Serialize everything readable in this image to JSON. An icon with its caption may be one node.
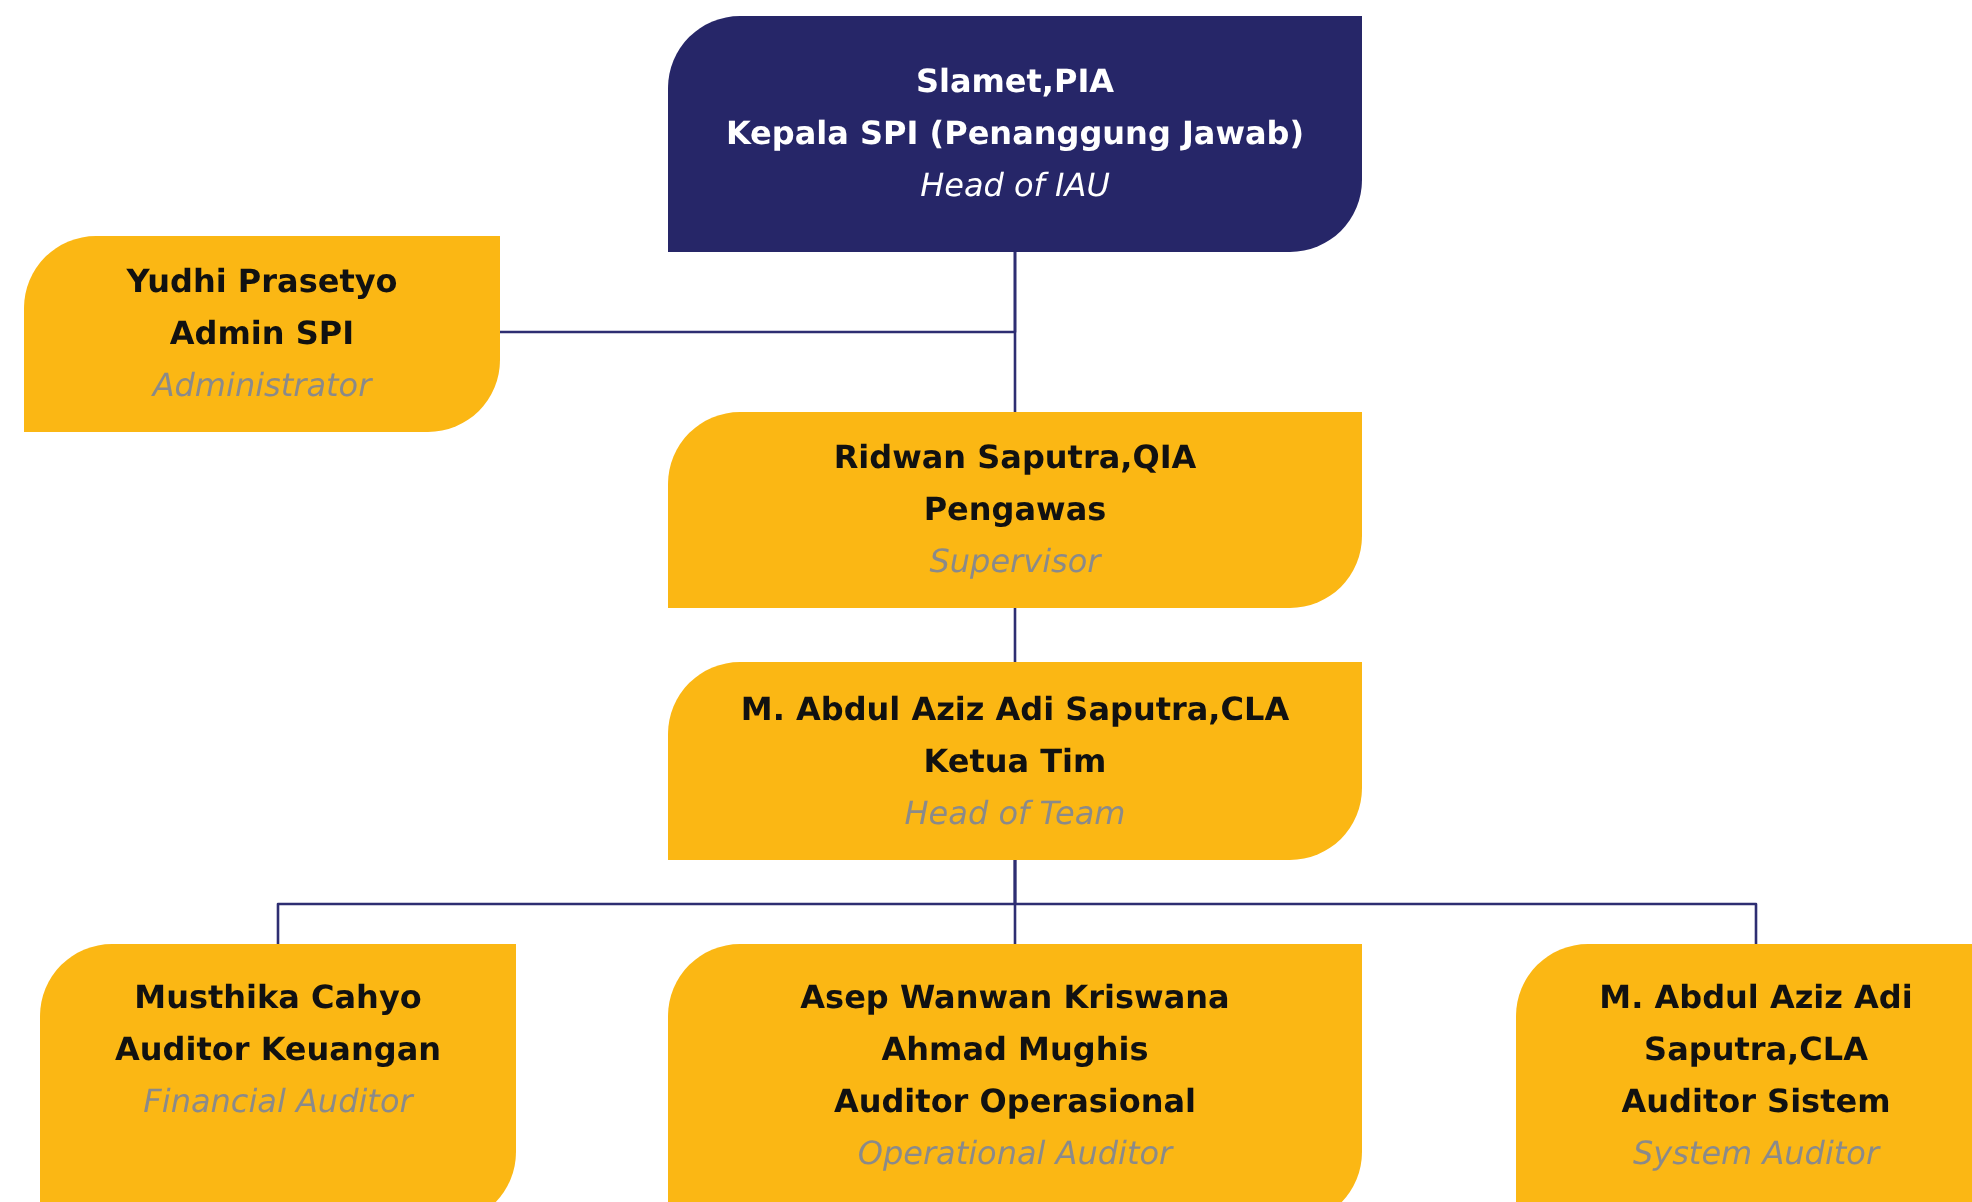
{
  "diagram": {
    "nodes": [
      {
        "text": [
          "Slamet,PIA",
          "Kepala SPI (Penanggung Jawab)",
          "Head of IAU"
        ]
      },
      {
        "text": [
          "Yudhi Prasetyo",
          "Admin SPI",
          "Administrator"
        ]
      },
      {
        "text": [
          "Ridwan Saputra,QIA",
          "Pengawas",
          "Supervisor"
        ]
      },
      {
        "text": [
          "M. Abdul Aziz Adi Saputra,CLA",
          "Ketua Tim",
          "Head of Team"
        ]
      },
      {
        "text": [
          "Musthika Cahyo",
          "Auditor Keuangan",
          "Financial Auditor"
        ]
      },
      {
        "text": [
          "Asep Wanwan Kriswana",
          "Ahmad Mughis",
          "Auditor Operasional",
          "Operational Auditor"
        ]
      },
      {
        "text": [
          "M. Abdul Aziz Adi Saputra,CLA",
          "Auditor Sistem",
          "System Auditor"
        ]
      }
    ],
    "edges": [
      {
        "from": 0,
        "to": 1,
        "arrow": "none"
      },
      {
        "from": 0,
        "to": 2,
        "arrow": "none"
      },
      {
        "from": 2,
        "to": 3,
        "arrow": "none"
      },
      {
        "from": 3,
        "to": 4,
        "arrow": "none"
      },
      {
        "from": 3,
        "to": 5,
        "arrow": "none"
      },
      {
        "from": 3,
        "to": 6,
        "arrow": "none"
      }
    ]
  }
}
